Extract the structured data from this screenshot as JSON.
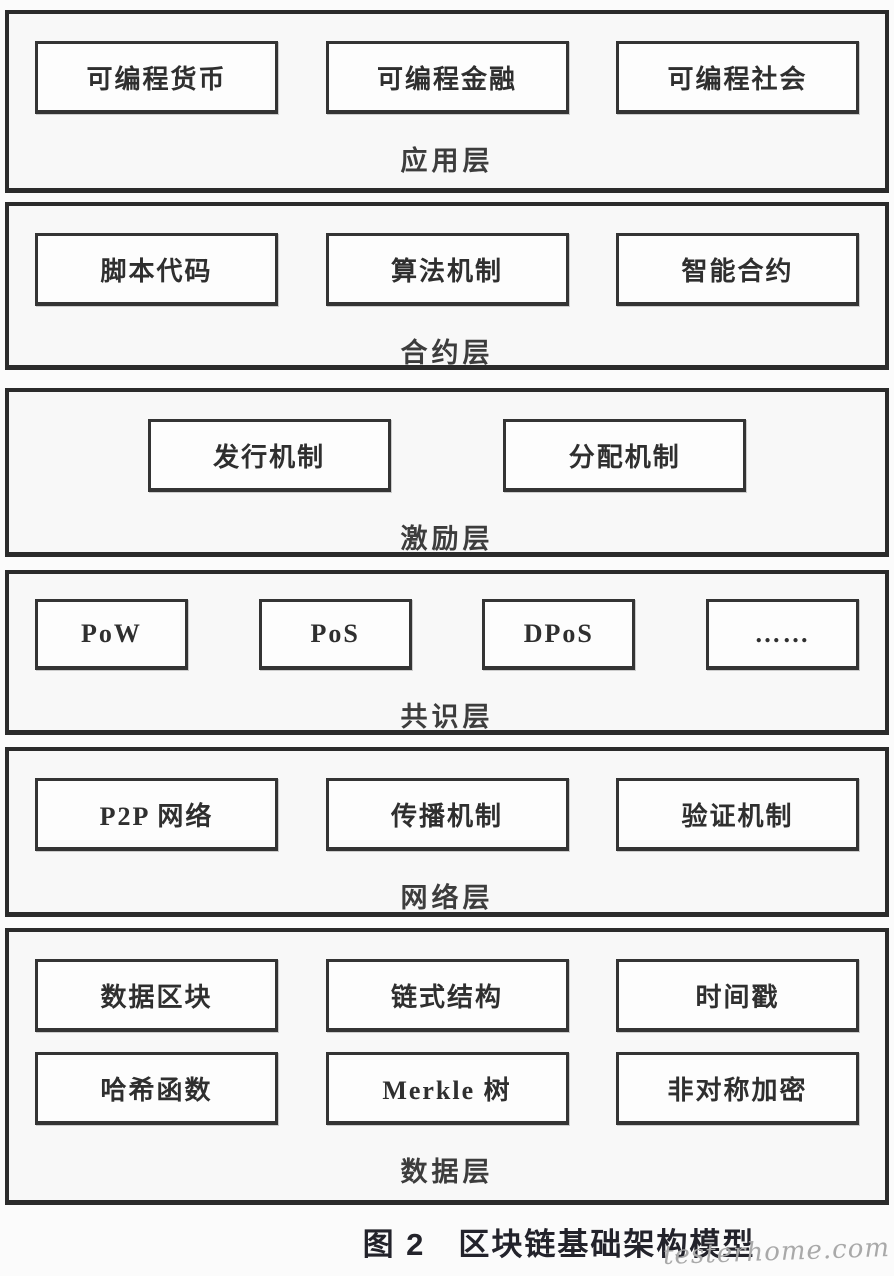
{
  "figure": {
    "caption": "图 2　区块链基础架构模型",
    "watermark": "testerhome.com"
  },
  "layers": [
    {
      "name": "application",
      "label": "应用层",
      "rows": [
        [
          "可编程货币",
          "可编程金融",
          "可编程社会"
        ]
      ]
    },
    {
      "name": "contract",
      "label": "合约层",
      "rows": [
        [
          "脚本代码",
          "算法机制",
          "智能合约"
        ]
      ]
    },
    {
      "name": "incentive",
      "label": "激励层",
      "rows": [
        [
          "发行机制",
          "分配机制"
        ]
      ]
    },
    {
      "name": "consensus",
      "label": "共识层",
      "rows": [
        [
          "PoW",
          "PoS",
          "DPoS",
          "……"
        ]
      ]
    },
    {
      "name": "network",
      "label": "网络层",
      "rows": [
        [
          "P2P 网络",
          "传播机制",
          "验证机制"
        ]
      ]
    },
    {
      "name": "data",
      "label": "数据层",
      "rows": [
        [
          "数据区块",
          "链式结构",
          "时间戳"
        ],
        [
          "哈希函数",
          "Merkle 树",
          "非对称加密"
        ]
      ]
    }
  ],
  "colors": {
    "background": "#fbfbfb",
    "panel_border": "#2b2b2b",
    "box_border": "#343434",
    "text": "#2f2f2f",
    "caption": "#23232b",
    "watermark": "#a9a9a9"
  }
}
